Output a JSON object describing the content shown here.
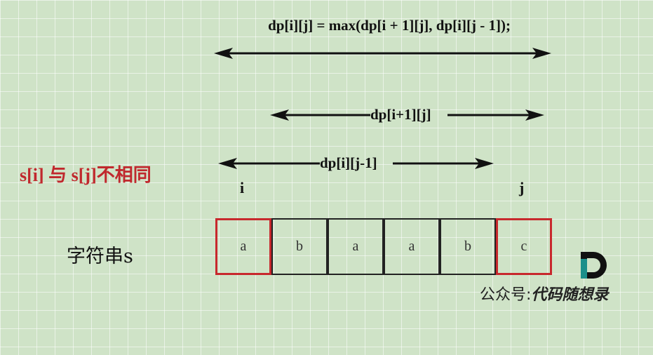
{
  "formula": "dp[i][j] = max(dp[i + 1][j], dp[i][j - 1]);",
  "arrows": {
    "full": {
      "label": ""
    },
    "right_sub": {
      "label": "dp[i+1][j]"
    },
    "left_sub": {
      "label": "dp[i][j-1]"
    }
  },
  "condition": "s[i] 与 s[j]不相同",
  "index_i": "i",
  "index_j": "j",
  "string_label": "字符串s",
  "cells": [
    "a",
    "b",
    "a",
    "a",
    "b",
    "c"
  ],
  "highlight_color": "#c8282d",
  "brand": {
    "prefix": "公众号:",
    "name": "代码随想录"
  }
}
